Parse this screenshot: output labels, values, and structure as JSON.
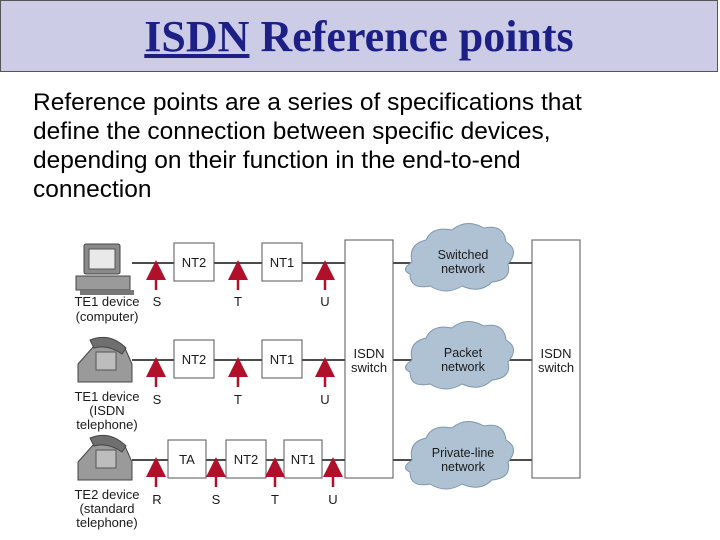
{
  "title": {
    "part1": "ISDN",
    "part2": "Reference points"
  },
  "body_lines": [
    "Reference points are a series of specifications that",
    "define the connection between specific devices,",
    "depending on their function in the end-to-end",
    "connection"
  ],
  "diagram": {
    "rows": [
      {
        "device": [
          "TE1 device",
          "(computer)"
        ],
        "boxes": [
          "NT2",
          "NT1"
        ],
        "ref_points": [
          "S",
          "T",
          "U"
        ]
      },
      {
        "device": [
          "TE1 device",
          "(ISDN",
          "telephone)"
        ],
        "boxes": [
          "NT2",
          "NT1"
        ],
        "ref_points": [
          "S",
          "T",
          "U"
        ]
      },
      {
        "device": [
          "TE2 device",
          "(standard",
          "telephone)"
        ],
        "boxes": [
          "TA",
          "NT2",
          "NT1"
        ],
        "ref_points": [
          "R",
          "S",
          "T",
          "U"
        ]
      }
    ],
    "switch_left": [
      "ISDN",
      "switch"
    ],
    "switch_right": [
      "ISDN",
      "switch"
    ],
    "clouds": [
      [
        "Switched",
        "network"
      ],
      [
        "Packet",
        "network"
      ],
      [
        "Private-line",
        "network"
      ]
    ],
    "colors": {
      "arrow": "#b0102a",
      "cloud": "#aec2d4",
      "title": "#1c1f86",
      "title_bg": "#cccce6"
    }
  }
}
